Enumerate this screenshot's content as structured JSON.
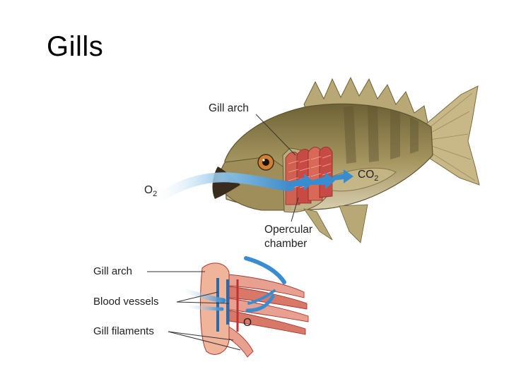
{
  "title": "Gills",
  "labels": {
    "gill_arch_top": "Gill arch",
    "o2": "O",
    "o2_sub": "2",
    "co2": "CO",
    "co2_sub": "2",
    "opercular_line1": "Opercular",
    "opercular_line2": "chamber",
    "gill_arch_bottom": "Gill arch",
    "blood_vessels": "Blood vessels",
    "gill_filaments": "Gill filaments",
    "detail_o": "O"
  },
  "colors": {
    "fish_body": "#9a8a52",
    "fish_dark": "#5e5430",
    "fin": "#c8b888",
    "gill_red": "#c84a44",
    "gill_pink": "#e8a090",
    "water_blue": "#4a9ad0",
    "eye": "#d08030"
  }
}
